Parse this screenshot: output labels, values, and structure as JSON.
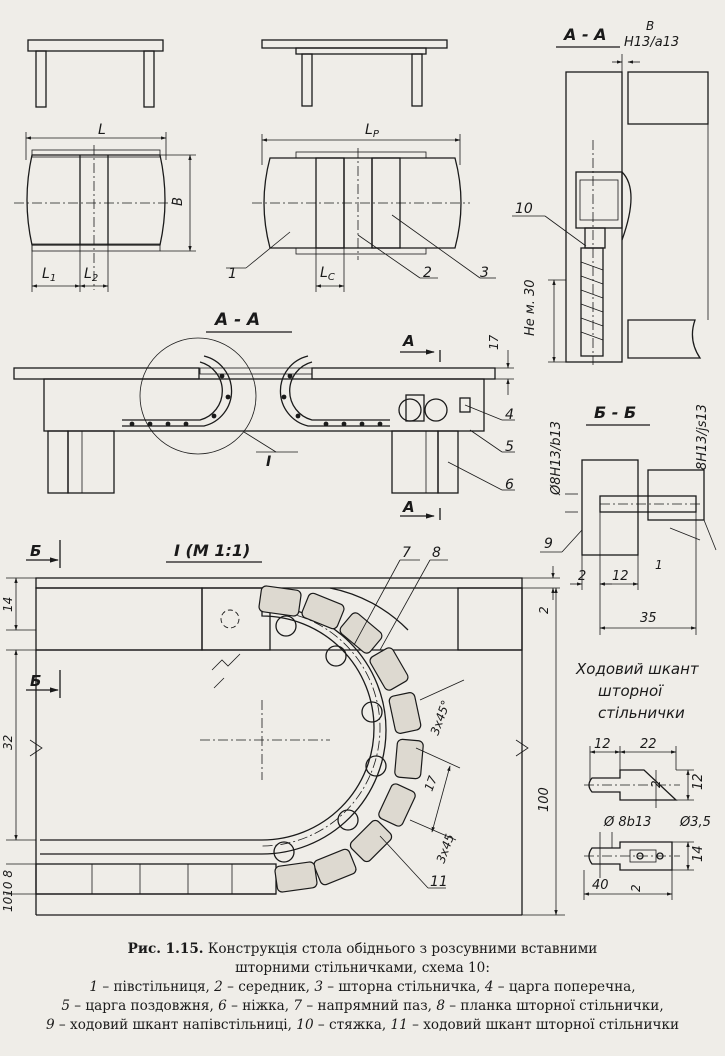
{
  "scheme": "Схема 10",
  "labels": {
    "L": "L",
    "B": "B",
    "L1": "L",
    "L1s": "1",
    "L2": "L",
    "L2s": "2",
    "LP": "L",
    "LPs": "P",
    "LC": "L",
    "LCs": "C",
    "n1": "1",
    "n2": "2",
    "n3": "3",
    "n4": "4",
    "n5": "5",
    "n6": "6",
    "n7": "7",
    "n8": "8",
    "n9": "9",
    "n10": "10",
    "n11": "11",
    "sectionAA_main": "А - А",
    "sectionAA_right": "А - А",
    "sectionBB": "Б - Б",
    "arrowA_top": "А",
    "arrowA_bottom": "А",
    "arrowB_top": "Б",
    "arrowB_bottom": "Б",
    "detailI": "I",
    "detailI_title": "I (М 1:1)",
    "fitB": "B",
    "fitH13a13": "H13/a13",
    "notLess30": "Не м. 30",
    "d17": "17",
    "fit8H13b13": "Ø8H13/b13",
    "fit8H13js13": "8H13/js13",
    "d2": "2",
    "d12": "12",
    "d35": "35",
    "d1": "1",
    "d14": "14",
    "d32": "32",
    "d100": "100",
    "d2b": "2",
    "d1010_8": "1010 8",
    "d3x45a": "3x45°",
    "d17b": "17",
    "d3x45b": "3x45",
    "dowelTitle1": "Ходовий шкант",
    "dowelTitle2": "шторної",
    "dowelTitle3": "стільнички",
    "dw12": "12",
    "dw22": "22",
    "dw2": "2",
    "dw12r": "12",
    "dwD8b13": "Ø 8b13",
    "dwD35": "Ø3,5",
    "dw14": "14",
    "dw40": "40",
    "dw2b": "2"
  },
  "caption": {
    "fig": "Рис. 1.15.",
    "title1": " Конструкція стола обіднього з розсувними вставними",
    "title2": "шторними стільничками, схема 10:",
    "legend1": [
      {
        "n": "1",
        "t": " – півстільниця, "
      },
      {
        "n": "2",
        "t": " – середник, "
      },
      {
        "n": "3",
        "t": " – шторна стільничка, "
      },
      {
        "n": "4",
        "t": " – царга поперечна,"
      }
    ],
    "legend2": [
      {
        "n": "5",
        "t": " – царга поздовжня, "
      },
      {
        "n": "6",
        "t": " – ніжка, "
      },
      {
        "n": "7",
        "t": " – напрямний паз, "
      },
      {
        "n": "8",
        "t": " – планка шторної стільнички,"
      }
    ],
    "legend3": [
      {
        "n": "9",
        "t": " – ходовий шкант напівстільниці, "
      },
      {
        "n": "10",
        "t": " – стяжка, "
      },
      {
        "n": "11",
        "t": " – ходовий шкант шторної стільнички"
      }
    ]
  }
}
